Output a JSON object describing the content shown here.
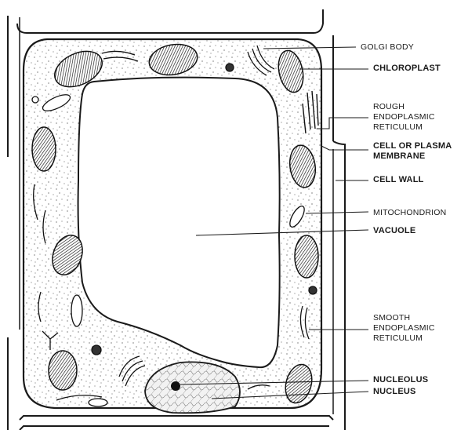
{
  "labels": {
    "golgi_body": "GOLGI BODY",
    "chloroplast": "CHLOROPLAST",
    "rough_er": "ROUGH\nENDOPLASMIC\nRETICULUM",
    "cell_membrane": "CELL OR PLASMA\nMEMBRANE",
    "cell_wall": "CELL WALL",
    "mitochondrion": "MITOCHONDRION",
    "vacuole": "VACUOLE",
    "smooth_er": "SMOOTH\nENDOPLASMIC\nRETICULUM",
    "nucleolus": "NUCLEOLUS",
    "nucleus": "NUCLEUS"
  },
  "colors": {
    "ink": "#1a1a1a",
    "paper": "#ffffff"
  }
}
